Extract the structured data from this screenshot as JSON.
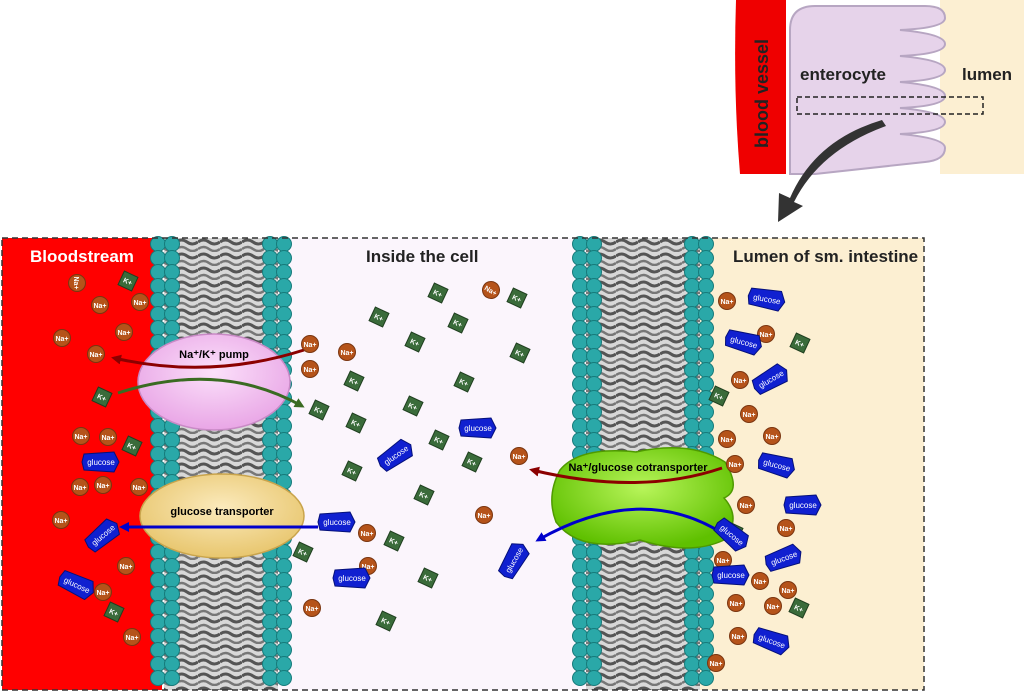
{
  "inset": {
    "blood_vessel": "blood vessel",
    "enterocyte": "enterocyte",
    "lumen": "lumen"
  },
  "regions": {
    "bloodstream": "Bloodstream",
    "inside_cell": "Inside the cell",
    "lumen": "Lumen of sm. intestine"
  },
  "proteins": {
    "pump": "Na⁺/K⁺ pump",
    "glucose_transporter": "glucose transporter",
    "cotransporter": "Na⁺/glucose cotransporter"
  },
  "molecules": {
    "na": "Na+",
    "k": "K+",
    "glucose": "glucose"
  },
  "colors": {
    "bloodstream": "#ff0000",
    "cell": "#fbf5fc",
    "lumen": "#fcefd2",
    "pump": "#f5c0f0",
    "glucose_transporter": "#f6dc98",
    "cotransporter": "#88e01a",
    "sodium": "#b5531a",
    "potassium": "#3a6b3a",
    "glucose": "#1020d0",
    "lipid_head": "#2aa8a8",
    "arrow_na": "#8b0000",
    "arrow_k": "#3a6b22",
    "arrow_glucose": "#0000cc"
  }
}
